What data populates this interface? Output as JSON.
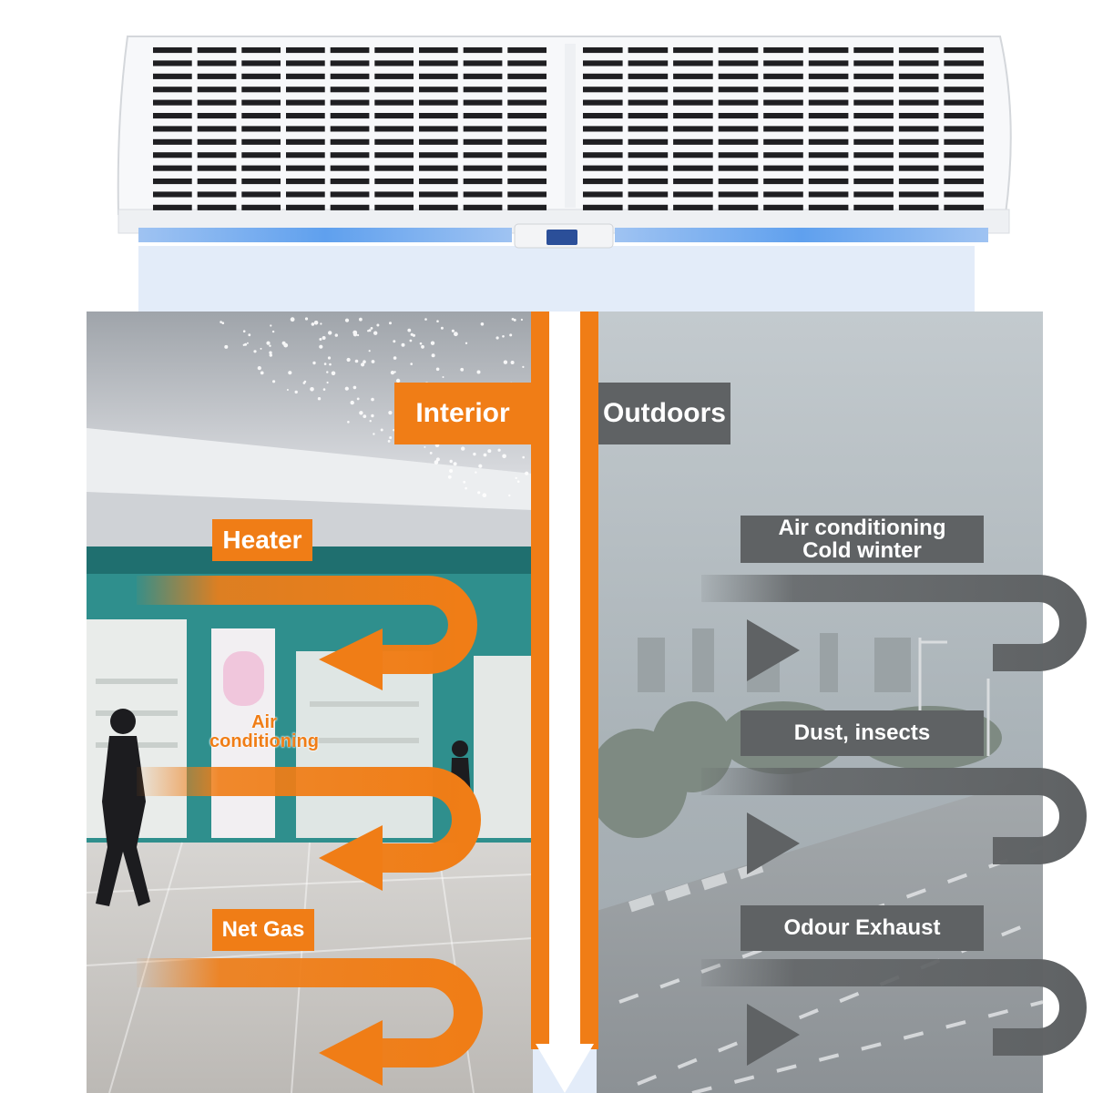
{
  "labels": {
    "interior": "Interior",
    "outdoors": "Outdoors",
    "heater": "Heater",
    "air_conditioning_interior": "Air\nconditioning",
    "net_gas": "Net Gas",
    "air_conditioning_cold_winter": "Air conditioning\nCold winter",
    "dust_insects": "Dust, insects",
    "odour_exhaust": "Odour Exhaust"
  },
  "colors": {
    "interior_accent": "#f07d16",
    "outdoor_accent": "#5f6264",
    "curtain_blue": "#e3ecf9",
    "unit_white": "#f7f8fa",
    "vent_slot": "#1f1f22",
    "outdoor_sky": "#b9c1c6",
    "mall_teal": "#2f8f8d"
  },
  "icons": {
    "downward_airflow": "arrow-down-icon",
    "interior_flow": "u-turn-arrow-left-icon",
    "outdoor_flow": "u-turn-arrow-right-icon"
  }
}
